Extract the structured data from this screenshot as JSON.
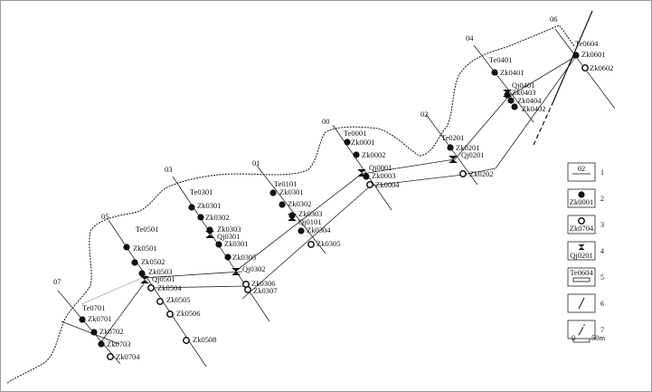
{
  "map": {
    "profiles": [
      {
        "id": "07",
        "labels": [
          {
            "text": "Te0701",
            "type": "trench"
          },
          {
            "text": "Zk0701",
            "type": "drill-solid"
          },
          {
            "text": "Zk0702",
            "type": "drill-solid"
          },
          {
            "text": "Zk0703",
            "type": "drill-solid"
          },
          {
            "text": "Zk0704",
            "type": "drill-open"
          }
        ]
      },
      {
        "id": "05",
        "labels": [
          {
            "text": "Te0501",
            "type": "trench"
          },
          {
            "text": "Zk0501",
            "type": "drill-solid"
          },
          {
            "text": "Zk0502",
            "type": "drill-solid"
          },
          {
            "text": "Zk0503",
            "type": "drill-solid"
          },
          {
            "text": "Qj0501",
            "type": "shaft"
          },
          {
            "text": "Zk0504",
            "type": "drill-open"
          },
          {
            "text": "Zk0505",
            "type": "drill-open"
          },
          {
            "text": "Zk0506",
            "type": "drill-open"
          },
          {
            "text": "Zk0508",
            "type": "drill-open"
          }
        ]
      },
      {
        "id": "03",
        "labels": [
          {
            "text": "Te0301",
            "type": "trench"
          },
          {
            "text": "Zk0301",
            "type": "drill-solid"
          },
          {
            "text": "Zk0302",
            "type": "drill-solid"
          },
          {
            "text": "Zk0303",
            "type": "drill-solid"
          },
          {
            "text": "Qj0301",
            "type": "shaft"
          },
          {
            "text": "Zk0301",
            "type": "drill-solid"
          },
          {
            "text": "Zk0305",
            "type": "drill-solid"
          },
          {
            "text": "Qj0302",
            "type": "shaft"
          },
          {
            "text": "Zk0306",
            "type": "drill-open"
          },
          {
            "text": "Zk0307",
            "type": "drill-open"
          }
        ]
      },
      {
        "id": "01",
        "labels": [
          {
            "text": "Te0101",
            "type": "trench"
          },
          {
            "text": "Zk0301",
            "type": "drill-solid"
          },
          {
            "text": "Zk0302",
            "type": "drill-solid"
          },
          {
            "text": "Zk0303",
            "type": "drill-solid"
          },
          {
            "text": "Qj0101",
            "type": "shaft"
          },
          {
            "text": "Zk0304",
            "type": "drill-solid"
          },
          {
            "text": "Zk0305",
            "type": "drill-open"
          }
        ]
      },
      {
        "id": "00",
        "labels": [
          {
            "text": "Te0001",
            "type": "trench"
          },
          {
            "text": "Zk0001",
            "type": "drill-solid"
          },
          {
            "text": "Zk0002",
            "type": "drill-solid"
          },
          {
            "text": "Qj0001",
            "type": "shaft"
          },
          {
            "text": "Zk0003",
            "type": "drill-solid"
          },
          {
            "text": "Zk0004",
            "type": "drill-open"
          }
        ]
      },
      {
        "id": "02",
        "labels": [
          {
            "text": "Te0201",
            "type": "trench"
          },
          {
            "text": "Zk0201",
            "type": "drill-solid"
          },
          {
            "text": "Qj0201",
            "type": "shaft"
          },
          {
            "text": "Zk0202",
            "type": "drill-open"
          }
        ]
      },
      {
        "id": "04",
        "labels": [
          {
            "text": "Te0401",
            "type": "trench"
          },
          {
            "text": "Zk0401",
            "type": "drill-solid"
          },
          {
            "text": "Qj0401",
            "type": "shaft"
          },
          {
            "text": "Zk0403",
            "type": "drill-solid"
          },
          {
            "text": "Zk0404",
            "type": "drill-solid"
          },
          {
            "text": "Zk0402",
            "type": "drill-solid"
          }
        ]
      },
      {
        "id": "06",
        "labels": [
          {
            "text": "Te0604",
            "type": "trench"
          },
          {
            "text": "Zk0601",
            "type": "drill-solid"
          },
          {
            "text": "Zk0602",
            "type": "drill-open"
          }
        ]
      }
    ]
  },
  "legend": {
    "items": [
      {
        "number": "1",
        "sample": "02",
        "symbol": "profile-line"
      },
      {
        "number": "2",
        "sample": "Zk0001",
        "symbol": "drill-solid"
      },
      {
        "number": "3",
        "sample": "Zk0704",
        "symbol": "drill-open"
      },
      {
        "number": "4",
        "sample": "Qj0201",
        "symbol": "shaft"
      },
      {
        "number": "5",
        "sample": "Te0604",
        "symbol": "trench"
      },
      {
        "number": "6",
        "sample": "",
        "symbol": "fault-line"
      },
      {
        "number": "7",
        "sample": "",
        "symbol": "inferred-fault"
      }
    ],
    "scale": {
      "start": "0",
      "end": "50m"
    }
  }
}
